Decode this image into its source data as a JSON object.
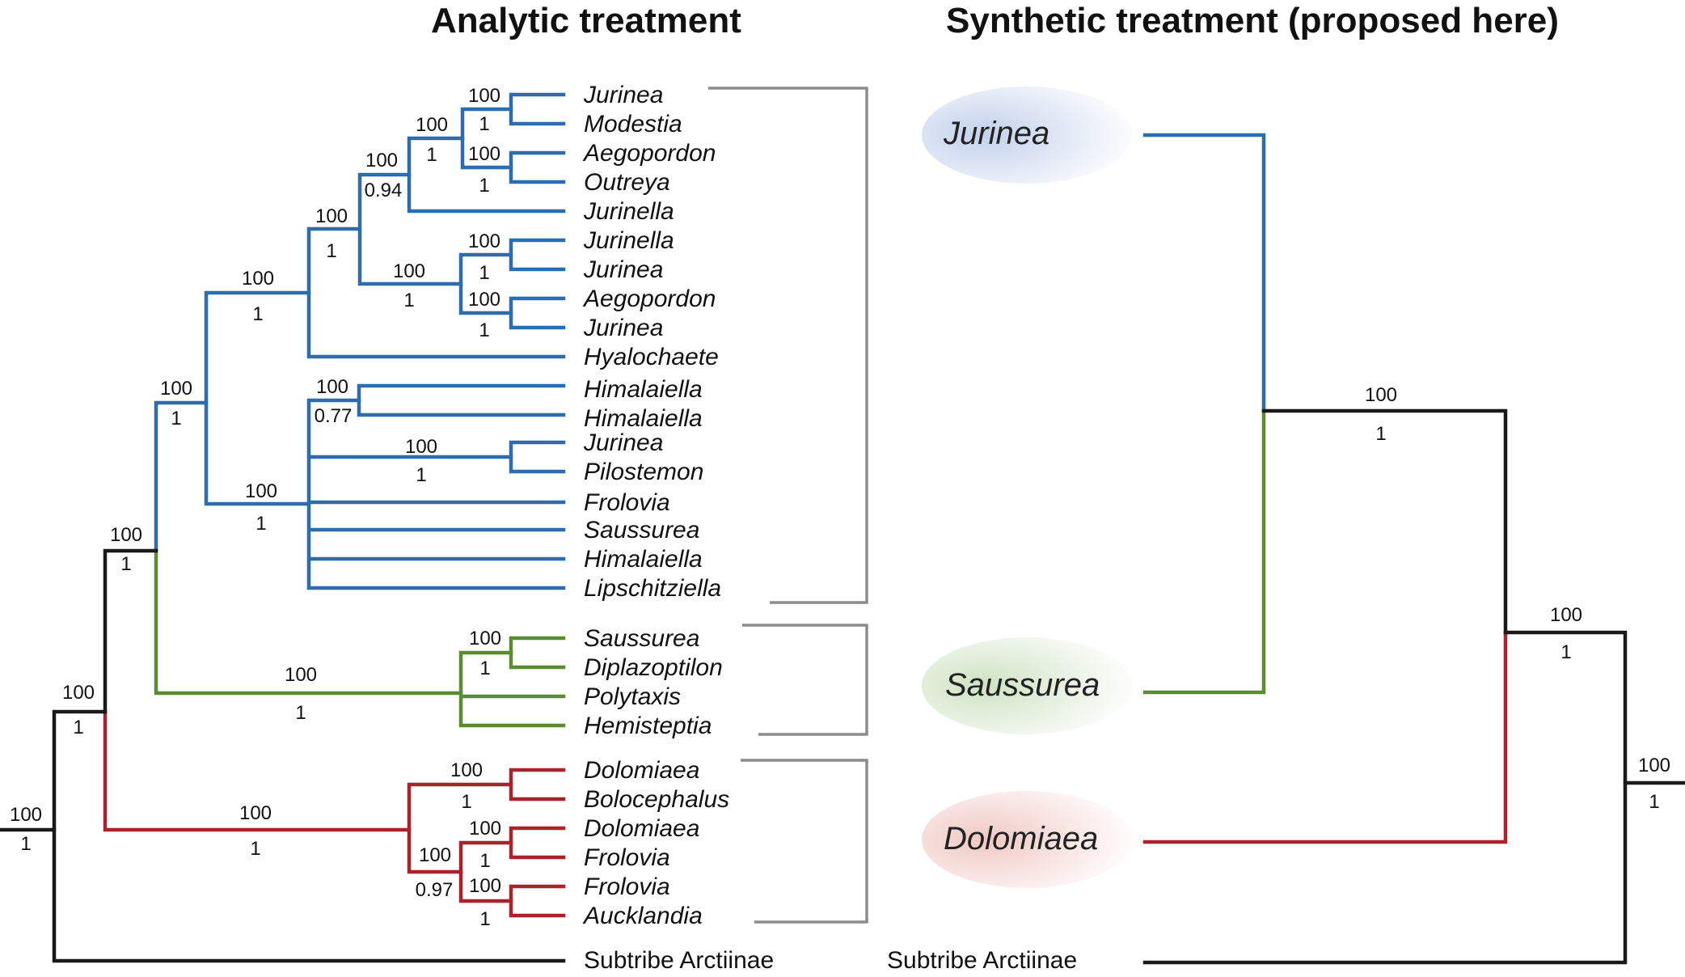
{
  "headings": {
    "analytic": "Analytic treatment",
    "synthetic": "Synthetic treatment (proposed here)"
  },
  "colors": {
    "jurinea_clade": "#2e6cb0",
    "saussurea_clade": "#5b8c32",
    "dolomiaea_clade": "#a8232b",
    "backbone": "#1a1a1a",
    "bracket": "#8c8c8c"
  },
  "analytic_tree": {
    "taxa": [
      "Jurinea",
      "Modestia",
      "Aegopordon",
      "Outreya",
      "Jurinella",
      "Jurinella",
      "Jurinea",
      "Aegopordon",
      "Jurinea",
      "Hyalochaete",
      "Himalaiella",
      "Himalaiella",
      "Jurinea",
      "Pilostemon",
      "Frolovia",
      "Saussurea",
      "Himalaiella",
      "Lipschitziella",
      "Saussurea",
      "Diplazoptilon",
      "Polytaxis",
      "Hemisteptia",
      "Dolomiaea",
      "Bolocephalus",
      "Dolomiaea",
      "Frolovia",
      "Frolovia",
      "Aucklandia"
    ],
    "outgroup": "Subtribe Arctiinae",
    "support": [
      {
        "node": "jurinea-modestia",
        "bootstrap": "100",
        "posterior": "1"
      },
      {
        "node": "jurinea-modestia-aegopordon-outreya",
        "bootstrap": "100",
        "posterior": "1"
      },
      {
        "node": "aegopordon-outreya",
        "bootstrap": "100",
        "posterior": "1"
      },
      {
        "node": "with-jurinella",
        "bootstrap": "100",
        "posterior": "0.94"
      },
      {
        "node": "jurinea-core",
        "bootstrap": "100",
        "posterior": "1"
      },
      {
        "node": "jurinella-jurinea",
        "bootstrap": "100",
        "posterior": "1"
      },
      {
        "node": "second-jurinea-group",
        "bootstrap": "100",
        "posterior": "1"
      },
      {
        "node": "aegopordon-jurinea",
        "bootstrap": "100",
        "posterior": "1"
      },
      {
        "node": "with-hyalochaete",
        "bootstrap": "100",
        "posterior": "1"
      },
      {
        "node": "himalaiella-pair",
        "bootstrap": "100",
        "posterior": "0.77"
      },
      {
        "node": "jurinea-pilostemon",
        "bootstrap": "100",
        "posterior": "1"
      },
      {
        "node": "himalaiella-polytomy",
        "bootstrap": "100",
        "posterior": "1"
      },
      {
        "node": "jurinea-clade",
        "bootstrap": "100",
        "posterior": "1"
      },
      {
        "node": "jurinea-saussurea",
        "bootstrap": "100",
        "posterior": "1"
      },
      {
        "node": "saussurea-diplazoptilon",
        "bootstrap": "100",
        "posterior": "1"
      },
      {
        "node": "saussurea-clade",
        "bootstrap": "100",
        "posterior": "1"
      },
      {
        "node": "ingroup",
        "bootstrap": "100",
        "posterior": "1"
      },
      {
        "node": "dolomiaea-bolocephalus",
        "bootstrap": "100",
        "posterior": "1"
      },
      {
        "node": "dolomiaea-frolovia",
        "bootstrap": "100",
        "posterior": "1"
      },
      {
        "node": "frolovia-aucklandia",
        "bootstrap": "100",
        "posterior": "1"
      },
      {
        "node": "dolomiaea-subclade",
        "bootstrap": "100",
        "posterior": "0.97"
      },
      {
        "node": "dolomiaea-clade",
        "bootstrap": "100",
        "posterior": "1"
      },
      {
        "node": "root",
        "bootstrap": "100",
        "posterior": "1"
      }
    ]
  },
  "synthetic_tree": {
    "clades": [
      "Jurinea",
      "Saussurea",
      "Dolomiaea"
    ],
    "outgroup": "Subtribe Arctiinae",
    "support": [
      {
        "node": "jurinea-saussurea",
        "bootstrap": "100",
        "posterior": "1"
      },
      {
        "node": "ingroup",
        "bootstrap": "100",
        "posterior": "1"
      },
      {
        "node": "root",
        "bootstrap": "100",
        "posterior": "1"
      }
    ]
  }
}
